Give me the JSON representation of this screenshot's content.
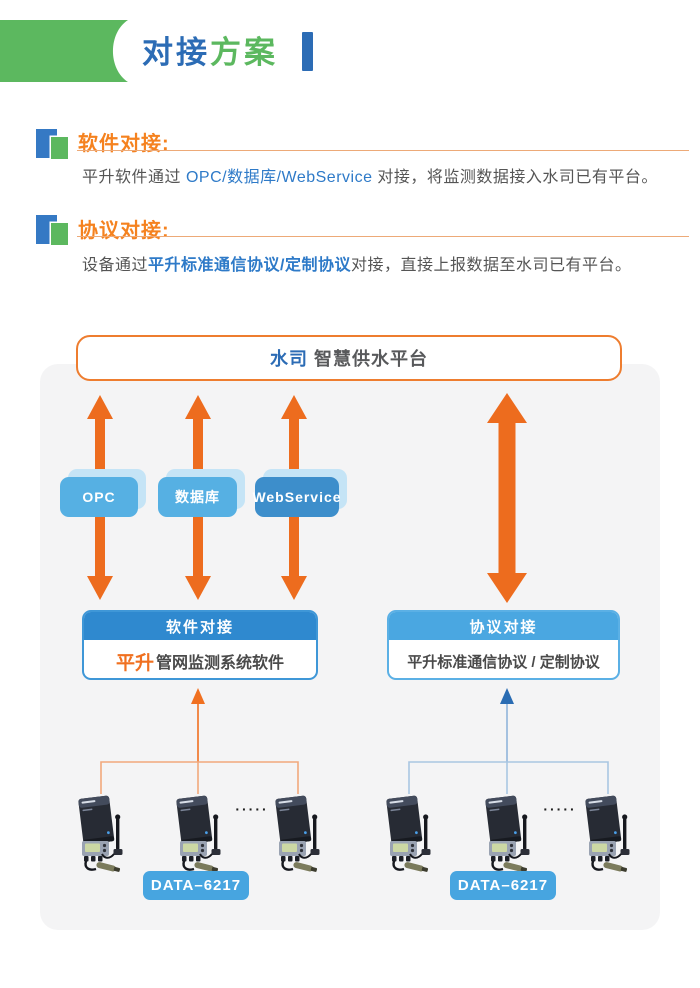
{
  "header": {
    "title_blue": "对接",
    "title_green": "方案"
  },
  "sections": [
    {
      "title": "软件对接:",
      "body": {
        "pre": "平升软件通过 ",
        "highlight": "OPC/数据库/WebService",
        "post": " 对接，将监测数据接入水司已有平台。"
      }
    },
    {
      "title": "协议对接:",
      "body": {
        "pre": "设备通过",
        "highlight": "平升标准通信协议/定制协议",
        "post": "对接，直接上报数据至水司已有平台。"
      }
    }
  ],
  "diagram": {
    "platform": {
      "brand": "水司",
      "name": "智慧供水平台"
    },
    "middleware": [
      {
        "label": "OPC"
      },
      {
        "label": "数据库"
      },
      {
        "label": "WebService"
      }
    ],
    "software_box": {
      "header": "软件对接",
      "brand": "平升",
      "name": "管网监测系统软件"
    },
    "protocol_box": {
      "header": "协议对接",
      "name": "平升标准通信协议 / 定制协议"
    },
    "device_groups": [
      {
        "ellipsis": "·····",
        "label": "DATA–6217"
      },
      {
        "ellipsis": "·····",
        "label": "DATA–6217"
      }
    ]
  },
  "colors": {
    "green": "#5cb85f",
    "title_blue": "#2c6cb5",
    "section_orange": "#f5821f",
    "arrow_orange": "#ed6c1e",
    "panel_gray": "#f4f4f5",
    "platform_border": "#ee7d2f",
    "middleware_light_blue": "#56b0e3",
    "middleware_dark_blue": "#3d8ecb",
    "software_header_blue": "#2f89cf",
    "protocol_header_blue": "#4aa7e1",
    "device_label_blue": "#47a5e0",
    "thin_arrow_blue": "#2a6cb3"
  }
}
